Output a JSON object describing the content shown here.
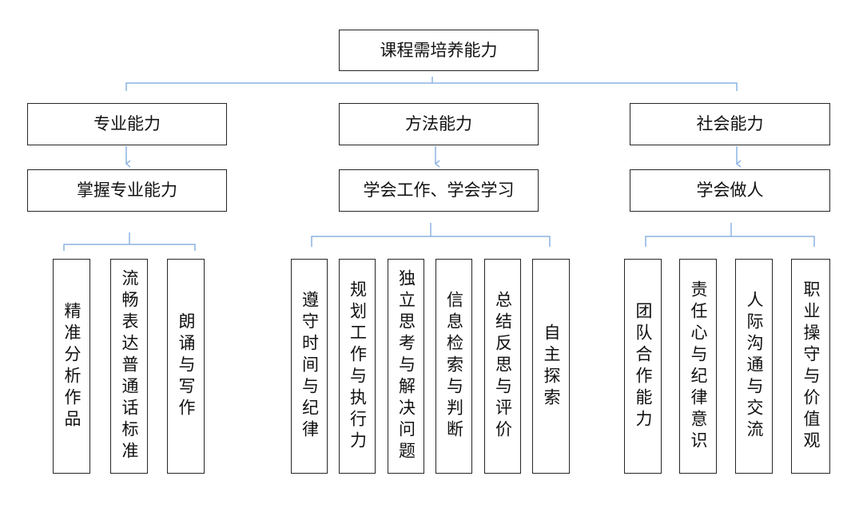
{
  "root": {
    "label": "课程需培养能力"
  },
  "categories": [
    {
      "label": "专业能力",
      "goal": "掌握专业能力",
      "items": [
        "精准分析作品",
        "流畅表达普通话标准",
        "朗诵与写作"
      ]
    },
    {
      "label": "方法能力",
      "goal": "学会工作、学会学习",
      "items": [
        "遵守时间与纪律",
        "规划工作与执行力",
        "独立思考与解决问题",
        "信息检索与判断",
        "总结反思与评价",
        "自主探索"
      ]
    },
    {
      "label": "社会能力",
      "goal": "学会做人",
      "items": [
        "团队合作能力",
        "责任心与纪律意识",
        "人际沟通与交流",
        "职业操守与价值观"
      ]
    }
  ],
  "colors": {
    "box_border": "#262626",
    "connector": "#8cb4e2",
    "text": "#111111",
    "background": "#ffffff"
  }
}
